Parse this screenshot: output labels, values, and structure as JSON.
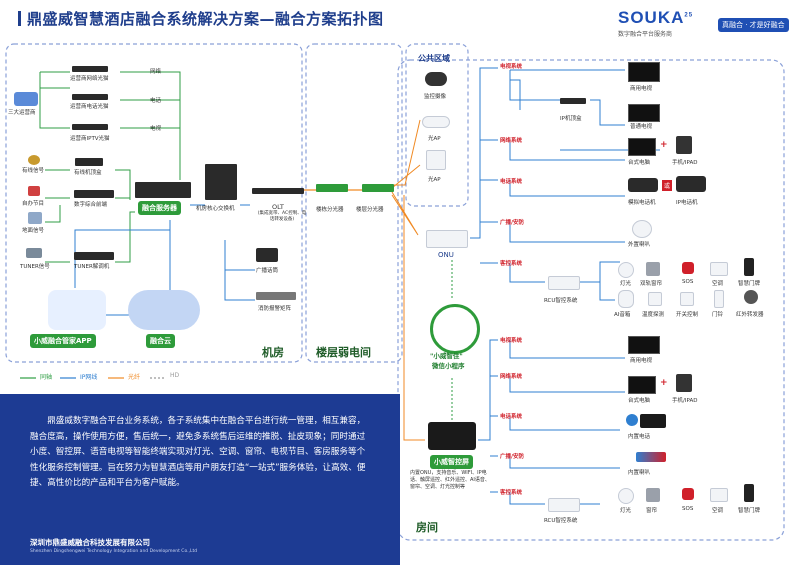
{
  "header": {
    "title": "鼎盛威智慧酒店融合系统解决方案—融合方案拓扑图",
    "brand": "SOUKA",
    "brand_sup": "25",
    "brand_sub": "数字融合平台服务商",
    "slogan": "真融合 · 才是好融合"
  },
  "regions": {
    "machine_room": "机房",
    "floor_weak": "楼层弱电间",
    "public_area": "公共区域",
    "room": "房间"
  },
  "left": {
    "operators": "三大运营商",
    "wired_signal": "有线信号",
    "self_program": "自办节目",
    "terrestrial": "地面信号",
    "tuner_signal": "TUNER信号",
    "optical_tv": "运营商网络光猫",
    "optical_phone": "运营商电话光猫",
    "optical_iptv": "运营商IPTV光猫",
    "wired_stb": "有线机顶盒",
    "digital_frontend": "数字综合前端",
    "tuner_decoder": "TUNER解调机",
    "fusion_server": "融合服务器",
    "core_switch": "机房核心交换机",
    "olt": "OLT",
    "olt_note": "(集成宽带、AC控制、电话转发设备)",
    "broadcast": "广播话筒",
    "fire_matrix": "消防报警矩阵",
    "app_label": "小威融合管家APP",
    "cloud_label": "融合云",
    "line_net": "网络",
    "line_phone": "电话",
    "line_tv": "电视"
  },
  "floor": {
    "splitter1": "楼栋分光器",
    "splitter2": "楼层分光器"
  },
  "public_area": {
    "camera": "监控摄像",
    "ap1": "光AP",
    "ap2": "光AP"
  },
  "onu": {
    "label": "ONU",
    "mini_program_1": "\"小威智住\"",
    "mini_program_2": "微信小程序"
  },
  "room_top": {
    "tv_section": "电视系统",
    "commercial_tv": "商用电视",
    "ip_stb": "IP机顶盒",
    "normal_tv": "普通电视",
    "net_section": "网络系统",
    "desktop": "台式电脑",
    "phone_ipad": "手机/IPAD",
    "phone_section": "电话系统",
    "analog_phone": "模拟电话机",
    "or_text": "或",
    "ip_phone": "IP电话机",
    "broadcast_section": "广播/安防",
    "speaker": "外置喇叭",
    "control_section": "客控系统",
    "rcu": "RCU智控系统",
    "light": "灯光",
    "curtain": "双轨窗帘",
    "sos": "SOS",
    "aircon": "空调",
    "doorplate": "智慧门牌",
    "ai_speaker": "AI音箱",
    "temp_probe": "温度探测",
    "switch_panel": "开关控制",
    "door_magnet": "门铃",
    "ir_sender": "红外转发器"
  },
  "room_bottom": {
    "smart_screen": "小威智控屏",
    "screen_desc": "内置ONU，支持音乐、WIFI、IP电话、触屏遥控、红外遥控、AI语音、窗帘、空调、灯光控制等",
    "tv_section": "电视系统",
    "commercial_tv": "商用电视",
    "net_section": "网络系统",
    "desktop": "台式电脑",
    "phone_ipad": "手机/IPAD",
    "phone_section": "电话系统",
    "inner_phone": "内置电话",
    "broadcast_section": "广播/安防",
    "inner_speaker": "内置喇叭",
    "control_section": "客控系统",
    "rcu": "RCU智控系统",
    "light": "灯光",
    "curtain": "窗帘",
    "sos": "SOS",
    "aircon": "空调",
    "doorplate": "智慧门牌"
  },
  "legend": {
    "coax": "同轴",
    "ip": "IP网线",
    "fiber": "光纤",
    "hd": "HD"
  },
  "bottom": {
    "description": "鼎盛威数字融合平台业务系统，各子系统集中在融合平台进行统一管理，相互兼容，融合度高，操作使用方便，售后统一，避免多系统售后运维的推脱、扯皮现象；同时通过小度、智控屏、语音电视等智能终端实现对灯光、空调、窗帘、电视节目、客房服务等个性化服务控制管理。旨在努力为智慧酒店等用户朋友打造“一站式”服务体验，让高效、便捷、高性价比的产品和平台为客户赋能。",
    "company": "深圳市鼎盛威融合科技发展有限公司",
    "company_en": "Shenzhen Dingshengwei Technology Integration and Development Co.,Ltd"
  },
  "colors": {
    "coax": "#2f9e44",
    "ip": "#2f7fd0",
    "fiber": "#f08a24",
    "hd": "#999999",
    "primary": "#1d3b93",
    "section_red": "#d0202a"
  }
}
